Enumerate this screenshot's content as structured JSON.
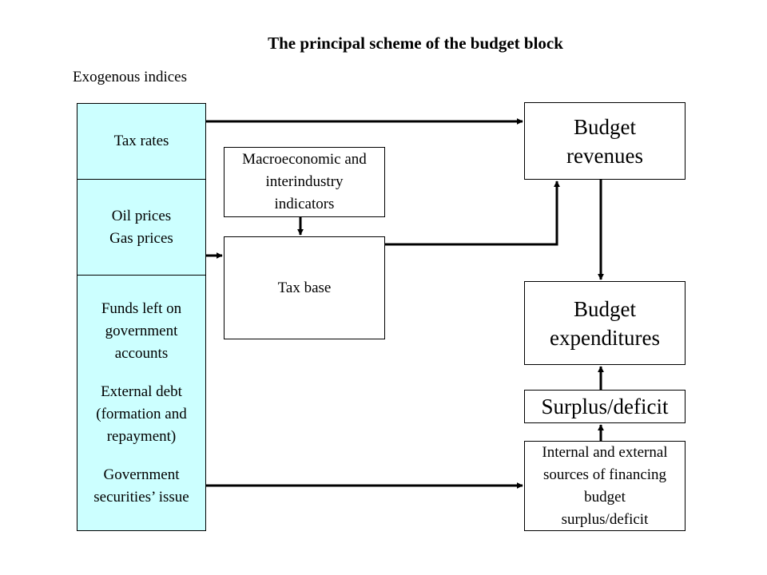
{
  "title": "The principal scheme of the budget block",
  "subtitle": "Exogenous indices",
  "exogenous": {
    "tax_rates": "Tax rates",
    "oil_prices": "Oil prices",
    "gas_prices": "Gas prices",
    "funds_1": "Funds left on",
    "funds_2": "government",
    "funds_3": "accounts",
    "debt_1": "External debt",
    "debt_2": "(formation and",
    "debt_3": "repayment)",
    "gov_1": "Government",
    "gov_2": "securities’ issue"
  },
  "macro": {
    "l1": "Macroeconomic and",
    "l2": "interindustry",
    "l3": "indicators"
  },
  "tax_base": "Tax base",
  "revenues": {
    "l1": "Budget",
    "l2": "revenues"
  },
  "expenditures": {
    "l1": "Budget",
    "l2": "expenditures"
  },
  "surplus": "Surplus/deficit",
  "financing": {
    "l1": "Internal and external",
    "l2": "sources of financing",
    "l3": "budget",
    "l4": "surplus/deficit"
  },
  "colors": {
    "exogenous_fill": "#ccffff",
    "line": "#000000"
  }
}
